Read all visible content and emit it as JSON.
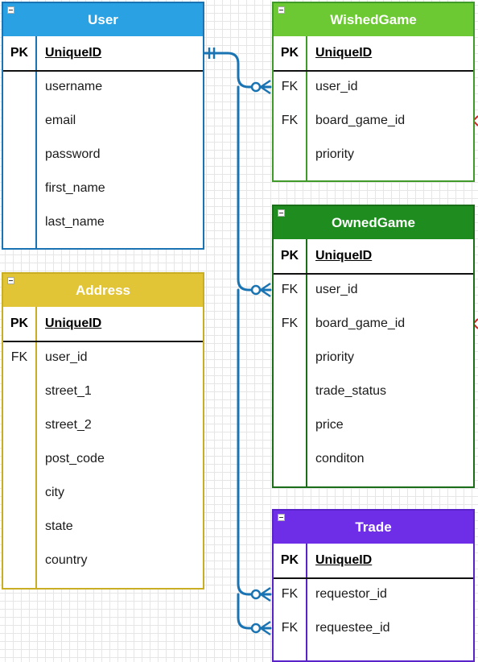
{
  "colors": {
    "user": "#2aa1e3",
    "wished": "#6cc833",
    "owned": "#1e8c1e",
    "address": "#e2c536",
    "trade": "#6e2ee8",
    "connector": "#1a74b3",
    "right_edge_marker": "#c62828"
  },
  "tables": {
    "user": {
      "title": "User",
      "rows": [
        {
          "key": "PK",
          "field": "UniqueID"
        },
        {
          "key": "",
          "field": "username"
        },
        {
          "key": "",
          "field": "email"
        },
        {
          "key": "",
          "field": "password"
        },
        {
          "key": "",
          "field": "first_name"
        },
        {
          "key": "",
          "field": "last_name"
        }
      ]
    },
    "address": {
      "title": "Address",
      "rows": [
        {
          "key": "PK",
          "field": "UniqueID"
        },
        {
          "key": "FK",
          "field": "user_id"
        },
        {
          "key": "",
          "field": "street_1"
        },
        {
          "key": "",
          "field": "street_2"
        },
        {
          "key": "",
          "field": "post_code"
        },
        {
          "key": "",
          "field": "city"
        },
        {
          "key": "",
          "field": "state"
        },
        {
          "key": "",
          "field": "country"
        }
      ]
    },
    "wished": {
      "title": "WishedGame",
      "rows": [
        {
          "key": "PK",
          "field": "UniqueID"
        },
        {
          "key": "FK",
          "field": "user_id"
        },
        {
          "key": "FK",
          "field": "board_game_id"
        },
        {
          "key": "",
          "field": "priority"
        }
      ]
    },
    "owned": {
      "title": "OwnedGame",
      "rows": [
        {
          "key": "PK",
          "field": "UniqueID"
        },
        {
          "key": "FK",
          "field": "user_id"
        },
        {
          "key": "FK",
          "field": "board_game_id"
        },
        {
          "key": "",
          "field": "priority"
        },
        {
          "key": "",
          "field": "trade_status"
        },
        {
          "key": "",
          "field": "price"
        },
        {
          "key": "",
          "field": "conditon"
        }
      ]
    },
    "trade": {
      "title": "Trade",
      "rows": [
        {
          "key": "PK",
          "field": "UniqueID"
        },
        {
          "key": "FK",
          "field": "requestor_id"
        },
        {
          "key": "FK",
          "field": "requestee_id"
        }
      ]
    }
  }
}
